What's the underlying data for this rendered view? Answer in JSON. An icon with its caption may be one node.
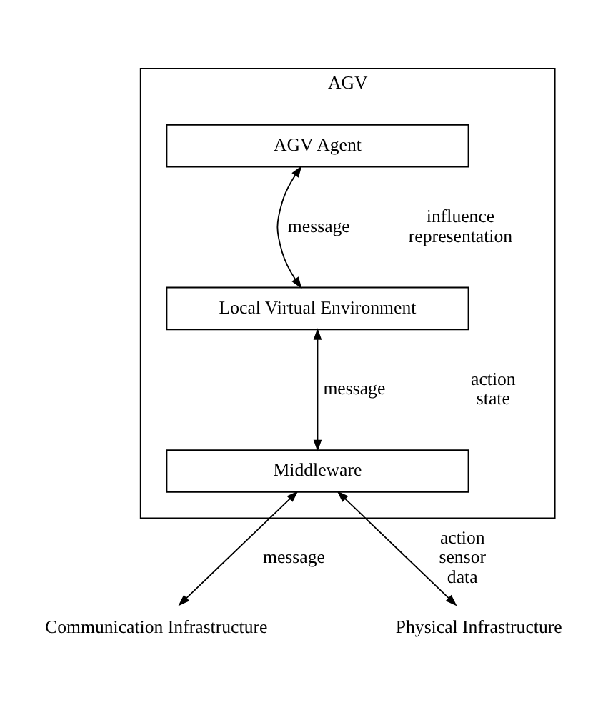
{
  "diagram": {
    "nodes": [
      {
        "text": [
          "AGV"
        ]
      },
      {
        "text": [
          "AGV Agent"
        ],
        "in": 0
      },
      {
        "text": [
          "Local Virtual Environment"
        ],
        "in": 0
      },
      {
        "text": [
          "Middleware"
        ],
        "in": 0
      },
      {
        "text": [
          "Communication Infrastructure"
        ]
      },
      {
        "text": [
          "Physical Infrastructure"
        ]
      }
    ],
    "edges": [
      {
        "from": 1,
        "to": 2,
        "arrow": "both",
        "label": "message"
      },
      {
        "from": 2,
        "to": 3,
        "arrow": "both",
        "label": "message"
      },
      {
        "from": 3,
        "to": 4,
        "arrow": "both",
        "label": "message"
      },
      {
        "from": 3,
        "to": 5,
        "arrow": "both",
        "label": "action sensor data"
      }
    ],
    "labels": [
      "influence representation",
      "action state"
    ]
  }
}
